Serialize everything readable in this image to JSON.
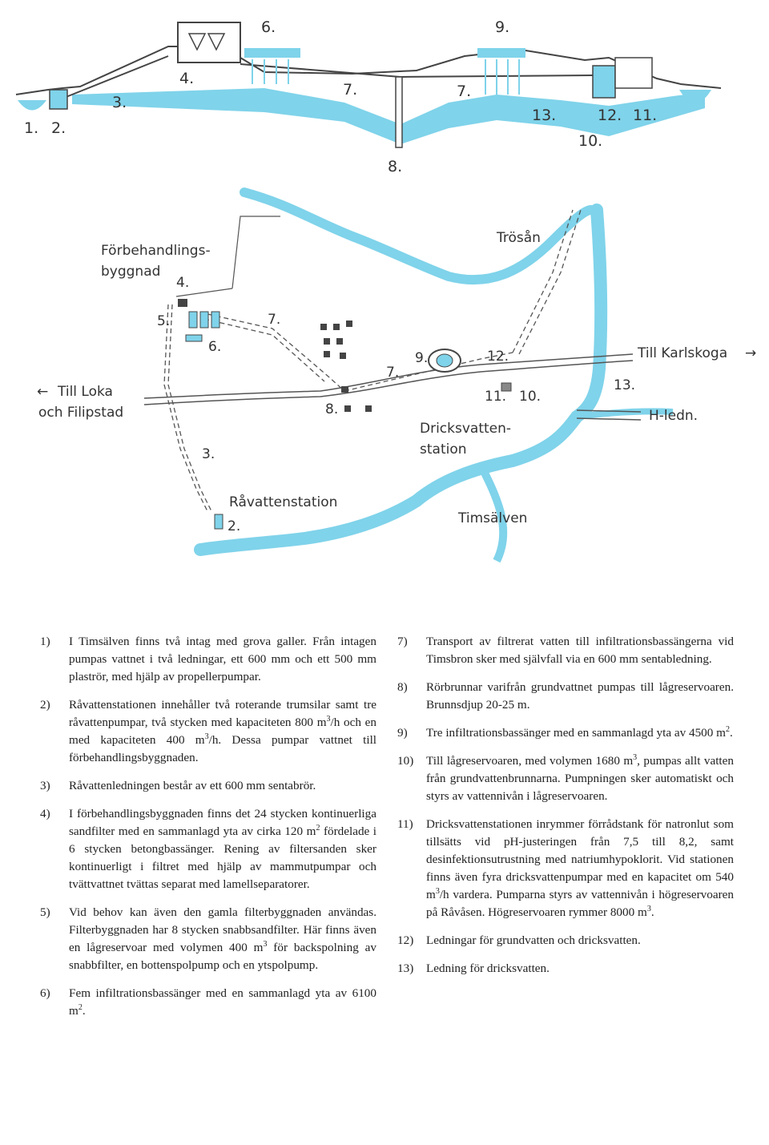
{
  "diagram": {
    "profile_labels": {
      "l1": "1.",
      "l2": "2.",
      "l3": "3.",
      "l4": "4.",
      "l6": "6.",
      "l7a": "7.",
      "l7b": "7.",
      "l8": "8.",
      "l9": "9.",
      "l10": "10.",
      "l11": "11.",
      "l12": "12.",
      "l13": "13."
    },
    "map_labels": {
      "forbehandling_1": "Förbehandlings-",
      "forbehandling_2": "byggnad",
      "m4": "4.",
      "m5": "5.",
      "m6": "6.",
      "m7a": "7.",
      "m7b": "7.",
      "m8": "8.",
      "m9": "9.",
      "m10": "10.",
      "m11": "11.",
      "m12": "12.",
      "m13": "13.",
      "m3": "3.",
      "m2": "2.",
      "trosan": "Trösån",
      "till_karlskoga": "Till Karlskoga",
      "till_loka_1": "Till Loka",
      "till_loka_2": "och Filipstad",
      "dricks_1": "Dricksvatten-",
      "dricks_2": "station",
      "hleden": "H-ledn.",
      "ravatten": "Råvattenstation",
      "timsalven": "Timsälven"
    },
    "colors": {
      "water": "#7fd3ea",
      "line": "#444444"
    }
  },
  "items": [
    {
      "num": "1)",
      "text": "I Timsälven finns två intag med grova galler. Från intagen pumpas vattnet i två ledningar, ett 600 mm och ett 500 mm plaströr, med hjälp av propellerpumpar."
    },
    {
      "num": "2)",
      "parts": [
        "Råvattenstationen innehåller två roterande trumsilar samt tre råvattenpumpar, två stycken med kapaciteten 800 m",
        "3",
        "/h och en med kapaciteten 400 m",
        "3",
        "/h. Dessa pumpar vattnet till förbehandlingsbyggnaden."
      ]
    },
    {
      "num": "3)",
      "text": "Råvattenledningen består av ett 600 mm sentabrör."
    },
    {
      "num": "4)",
      "parts": [
        "I förbehandlingsbyggnaden finns det 24 stycken kontinuerliga sandfilter med en sammanlagd yta av cirka 120 m",
        "2",
        " fördelade i 6 stycken betongbassänger. Rening av filtersanden sker kontinuerligt i filtret med hjälp av mammutpumpar och tvättvattnet tvättas separat med lamellseparatorer."
      ]
    },
    {
      "num": "5)",
      "parts": [
        "Vid behov kan även den gamla filterbyggnaden användas. Filterbyggnaden har 8 stycken snabbsandfilter. Här finns även en lågreservoar med volymen 400 m",
        "3",
        " för backspolning av snabbfilter, en bottenspolpump och en ytspolpump."
      ]
    },
    {
      "num": "6)",
      "parts": [
        "Fem infiltrationsbassänger med en sammanlagd yta av 6100 m",
        "2",
        "."
      ]
    },
    {
      "num": "7)",
      "text": "Transport av filtrerat vatten till infiltrationsbassängerna vid Timsbron sker med självfall via en 600 mm sentabledning."
    },
    {
      "num": "8)",
      "text": "Rörbrunnar varifrån grundvattnet pumpas till lågreservoaren. Brunnsdjup 20-25 m."
    },
    {
      "num": "9)",
      "parts": [
        "Tre infiltrationsbassänger med en sammanlagd yta av 4500 m",
        "2",
        "."
      ]
    },
    {
      "num": "10)",
      "parts": [
        "Till lågreservoaren, med volymen 1680 m",
        "3",
        ", pumpas allt vatten från grundvattenbrunnarna. Pumpningen sker automatiskt och styrs av vattennivån i lågreservoaren."
      ]
    },
    {
      "num": "11)",
      "parts": [
        "Dricksvattenstationen inrymmer förrådstank för natronlut som tillsätts vid pH-justeringen från 7,5 till 8,2, samt desinfektionsutrustning med natriumhypoklorit. Vid stationen finns även fyra dricksvattenpumpar med en kapacitet om 540 m",
        "3",
        "/h vardera. Pumparna styrs av vattennivån i högreservoaren på Råvåsen. Högreservoaren rymmer 8000 m",
        "3",
        "."
      ]
    },
    {
      "num": "12)",
      "text": "Ledningar för grundvatten och dricksvatten."
    },
    {
      "num": "13)",
      "text": "Ledning för dricksvatten."
    }
  ]
}
